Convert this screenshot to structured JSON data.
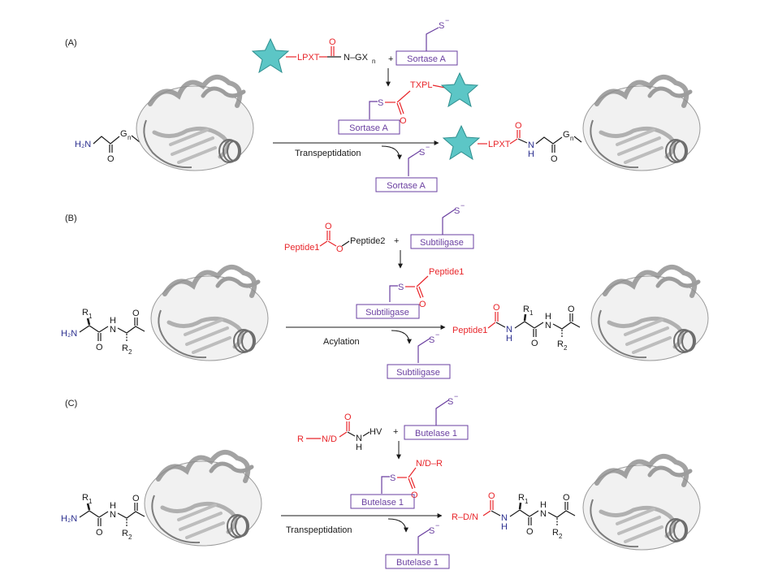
{
  "colors": {
    "enzyme": "#6a3fa0",
    "reactive": "#e8262b",
    "amine": "#2b2f8f",
    "star": "#5cc6c6",
    "protein": "#d9d9d9"
  },
  "panels": {
    "A": {
      "label": "(A)",
      "substrate_tag": "LPXT",
      "substrate_leaving": "N–GX",
      "substrate_leaving_sub": "n",
      "plus": "+",
      "enzyme": "Sortase A",
      "thiolate": "S",
      "thiolate_charge": "−",
      "intermediate_tag": "TXPL",
      "intermediate_s": "S",
      "nucleophile_amine": "H₂N",
      "gly_label": "G",
      "gly_sub": "n",
      "product_tag": "LPXT",
      "product_nh": "N",
      "product_h": "H",
      "oxygen": "O",
      "reaction": "Transpeptidation"
    },
    "B": {
      "label": "(B)",
      "acyl_donor": "Peptide1",
      "leaving_group": "Peptide2",
      "ester_o": "O",
      "plus": "+",
      "enzyme": "Subtiligase",
      "thiolate": "S",
      "thiolate_charge": "−",
      "intermediate_s": "S",
      "intermediate_tag": "Peptide1",
      "nucleophile_amine": "H₂N",
      "r1": "R",
      "r1_sub": "1",
      "r2": "R",
      "r2_sub": "2",
      "nh": "N",
      "h": "H",
      "oxygen": "O",
      "product_tag": "Peptide1",
      "reaction": "Acylation"
    },
    "C": {
      "label": "(C)",
      "substrate_r": "R",
      "substrate_nd": "N/D",
      "substrate_hv": "HV",
      "substrate_n": "N",
      "substrate_h": "H",
      "plus": "+",
      "enzyme": "Butelase 1",
      "thiolate": "S",
      "thiolate_charge": "−",
      "intermediate_s": "S",
      "intermediate_tag": "N/D–R",
      "nucleophile_amine": "H₂N",
      "r1": "R",
      "r1_sub": "1",
      "r2": "R",
      "r2_sub": "2",
      "nh": "N",
      "h": "H",
      "oxygen": "O",
      "product_tag": "R–D/N",
      "reaction": "Transpeptidation"
    }
  }
}
